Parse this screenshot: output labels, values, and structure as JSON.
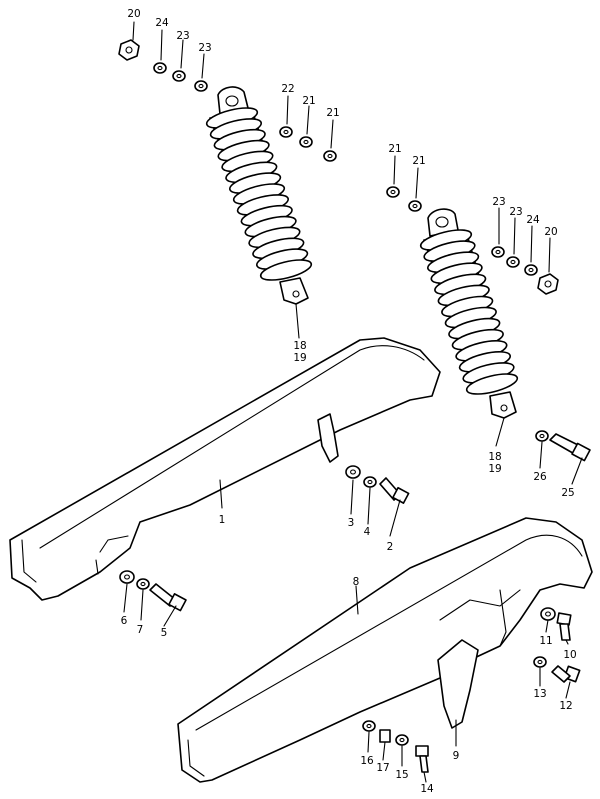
{
  "labels": {
    "p1": "1",
    "p2": "2",
    "p3": "3",
    "p4": "4",
    "p5": "5",
    "p6": "6",
    "p7": "7",
    "p8": "8",
    "p9": "9",
    "p10": "10",
    "p11": "11",
    "p12": "12",
    "p13": "13",
    "p14": "14",
    "p15": "15",
    "p16": "16",
    "p17": "17",
    "l18": "18",
    "l19": "19",
    "r18": "18",
    "r19": "19",
    "l20": "20",
    "r20": "20",
    "l21a": "21",
    "l21b": "21",
    "r21a": "21",
    "r21b": "21",
    "l22": "22",
    "l23a": "23",
    "l23b": "23",
    "r23a": "23",
    "r23b": "23",
    "l24": "24",
    "r24": "24",
    "p25": "25",
    "p26": "26"
  }
}
